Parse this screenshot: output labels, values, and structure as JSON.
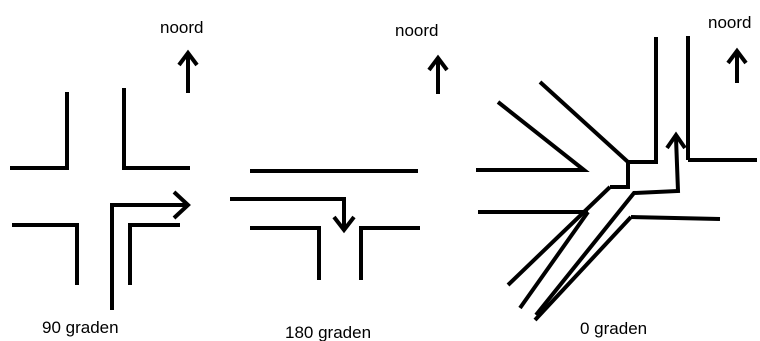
{
  "diagrams": [
    {
      "north_label": "noord",
      "caption": "90 graden"
    },
    {
      "north_label": "noord",
      "caption": "180 graden"
    },
    {
      "north_label": "noord",
      "caption": "0 graden"
    }
  ]
}
